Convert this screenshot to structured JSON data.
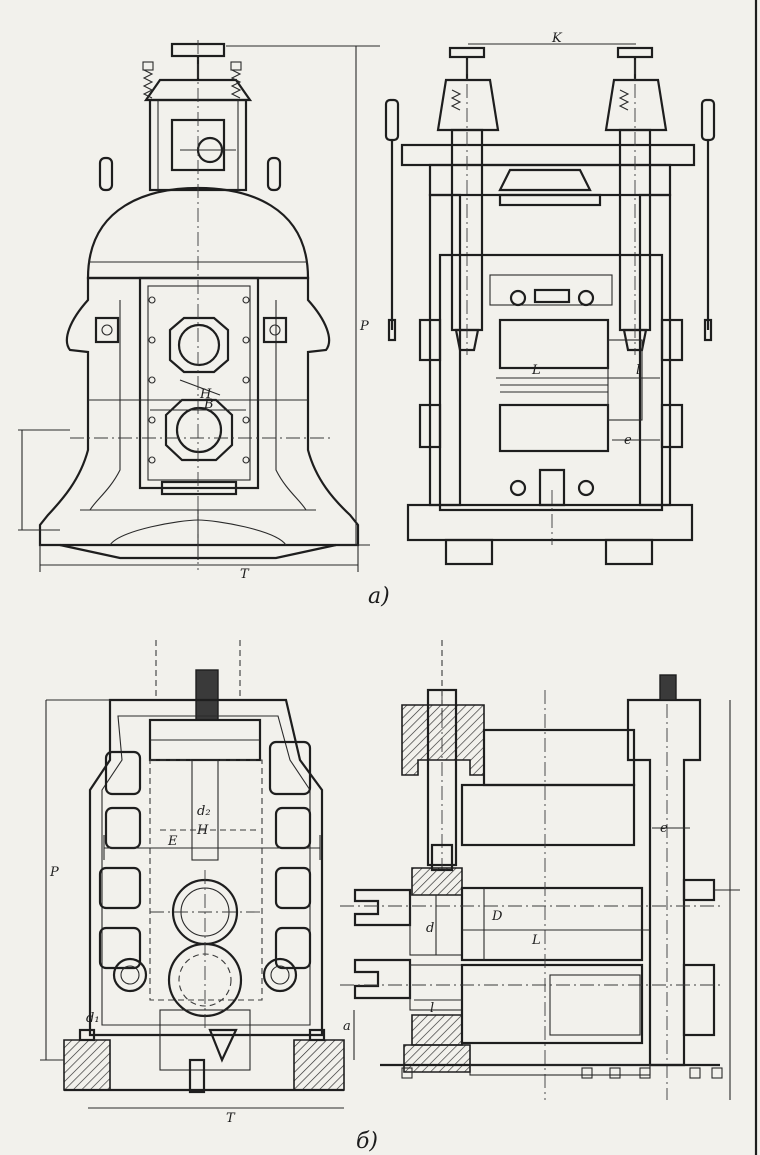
{
  "captions": {
    "a": "a)",
    "b": "б)"
  },
  "labels_a": {
    "P": "P",
    "T": "T",
    "H": "H",
    "B": "B",
    "K": "K",
    "L": "L",
    "l": "l",
    "e": "e"
  },
  "labels_b": {
    "P": "P",
    "T": "T",
    "E": "E",
    "d2": "d₂",
    "H": "H",
    "d1": "d₁",
    "a": "a",
    "D": "D",
    "d": "d",
    "L": "L",
    "l": "l",
    "e": "e"
  }
}
